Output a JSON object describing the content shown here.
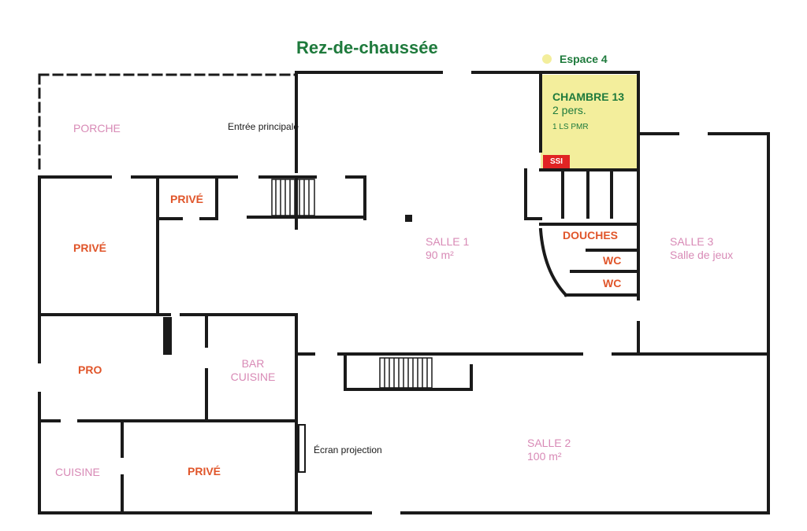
{
  "title": "Rez-de-chaussée",
  "legend": {
    "label": "Espace 4",
    "color": "#f3ee9c"
  },
  "colors": {
    "wall": "#1a1a1a",
    "highlight_room": "#f3ee9c",
    "title": "#1e7a3c",
    "common_room_label": "#d88ab6",
    "private_room_label": "#e0552a",
    "ssi_badge": "#e02424"
  },
  "rooms": {
    "porche": "PORCHE",
    "entree": "Entrée principale",
    "prive_small": "PRIVÉ",
    "prive_left": "PRIVÉ",
    "salle1_name": "SALLE 1",
    "salle1_area": "90 m²",
    "chambre13_name": "CHAMBRE 13",
    "chambre13_capacity": "2 pers.",
    "chambre13_beds": "1 LS PMR",
    "ssi": "SSI",
    "douches": "DOUCHES",
    "wc1": "WC",
    "wc2": "WC",
    "salle3_name": "SALLE 3",
    "salle3_sub": "Salle de jeux",
    "pro": "PRO",
    "bar_cuisine_1": "BAR",
    "bar_cuisine_2": "CUISINE",
    "ecran": "Écran projection",
    "salle2_name": "SALLE 2",
    "salle2_area": "100 m²",
    "cuisine": "CUISINE",
    "prive_bottom": "PRIVÉ"
  }
}
